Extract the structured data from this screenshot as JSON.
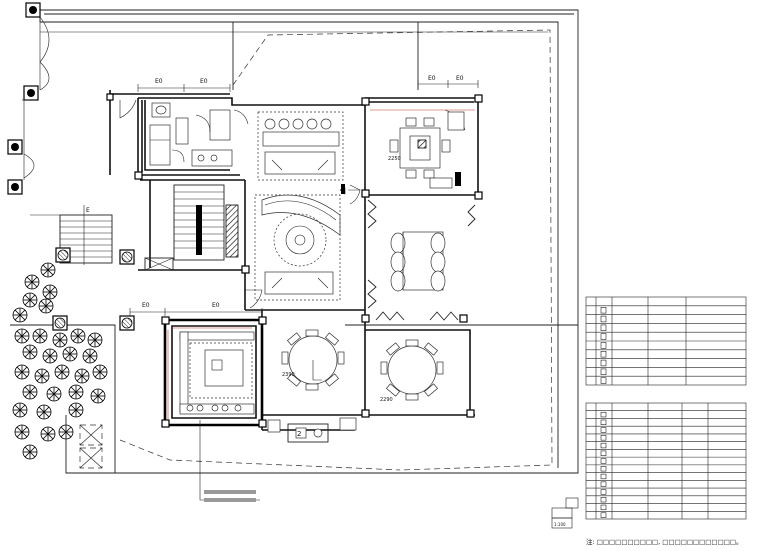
{
  "dimensions": {
    "top_left": "E0",
    "top_mid": "E0",
    "top_right": "E0",
    "top_right2": "E0",
    "left_kitchen": "E0",
    "left_kitchen2": "E0",
    "garage": "E"
  },
  "room_labels": {
    "dining_a": "2390",
    "dining_b": "2290",
    "bedroom": "2250",
    "room_num": "2"
  },
  "legend_tables": {
    "table1_title": "",
    "table2_title": "",
    "table1_rows": 10,
    "table2_rows": 15
  },
  "scale": {
    "mark": "1:100"
  },
  "footer_note": "注: □□□□□□□□□□, □□□□□□□□□□□□。"
}
